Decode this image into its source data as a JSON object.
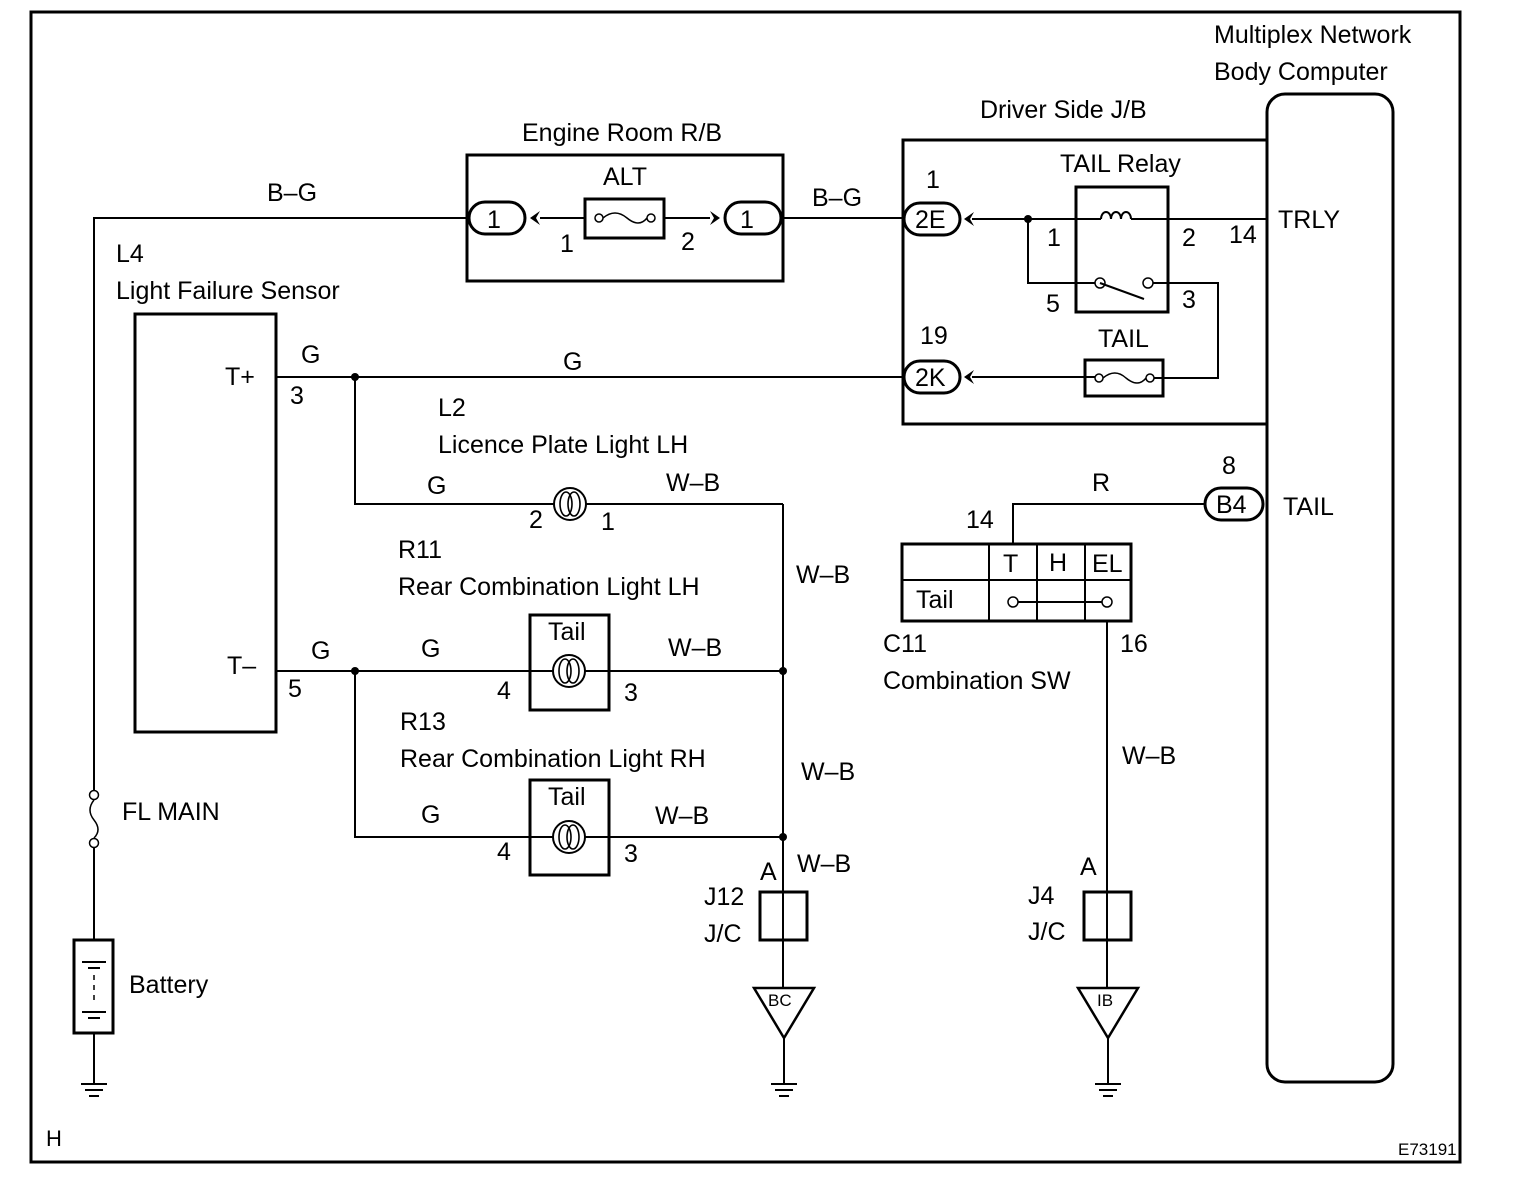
{
  "frame": {
    "corner_left": "H",
    "corner_right": "E73191"
  },
  "components": {
    "body_computer": {
      "line1": "Multiplex Network",
      "line2": "Body Computer",
      "pin_trly": "TRLY",
      "pin_tail": "TAIL"
    },
    "driver_jb": {
      "title": "Driver Side J/B",
      "conn_2e": "2E",
      "conn_2k": "2K",
      "pin_1": "1",
      "pin_19": "19"
    },
    "tail_relay": {
      "title": "TAIL Relay",
      "p1": "1",
      "p2": "2",
      "p3": "3",
      "p5": "5"
    },
    "tail_fuse": {
      "title": "TAIL"
    },
    "engine_rb": {
      "title": "Engine Room R/B",
      "fuse": "ALT",
      "conn_left": "1",
      "conn_right": "1",
      "pin_left": "1",
      "pin_right": "2"
    },
    "sensor": {
      "code": "L4",
      "name": "Light Failure Sensor",
      "t_plus": "T+",
      "t_minus": "T–",
      "pin_3": "3",
      "pin_5": "5"
    },
    "plate_light": {
      "code": "L2",
      "name": "Licence Plate Light LH",
      "p2": "2",
      "p1": "1"
    },
    "rear_lh": {
      "code": "R11",
      "name": "Rear Combination Light LH",
      "inner": "Tail",
      "p4": "4",
      "p3": "3"
    },
    "rear_rh": {
      "code": "R13",
      "name": "Rear Combination Light RH",
      "inner": "Tail",
      "p4": "4",
      "p3": "3"
    },
    "comb_sw": {
      "code": "C11",
      "name": "Combination SW",
      "col_t": "T",
      "col_h": "H",
      "col_el": "EL",
      "row_tail": "Tail",
      "pin_14": "14",
      "pin_16": "16"
    },
    "b4": {
      "conn": "B4",
      "pin": "8"
    },
    "j12": {
      "code": "J12",
      "type": "J/C",
      "pin": "A",
      "ground": "BC"
    },
    "j4": {
      "code": "J4",
      "type": "J/C",
      "pin": "A",
      "ground": "IB"
    },
    "fuse_main": {
      "name": "FL MAIN"
    },
    "battery": {
      "name": "Battery"
    }
  },
  "wires": {
    "bg_left": "B–G",
    "bg_right": "B–G",
    "g_t_plus": "G",
    "g_main": "G",
    "g_plate": "G",
    "g_t_minus": "G",
    "g_rear_lh": "G",
    "g_rear_rh": "G",
    "wb_plate": "W–B",
    "wb_vertical_1": "W–B",
    "wb_rear_lh": "W–B",
    "wb_vertical_2": "W–B",
    "wb_rear_rh": "W–B",
    "wb_j12": "W–B",
    "r_wire": "R",
    "wb_j4": "W–B"
  }
}
